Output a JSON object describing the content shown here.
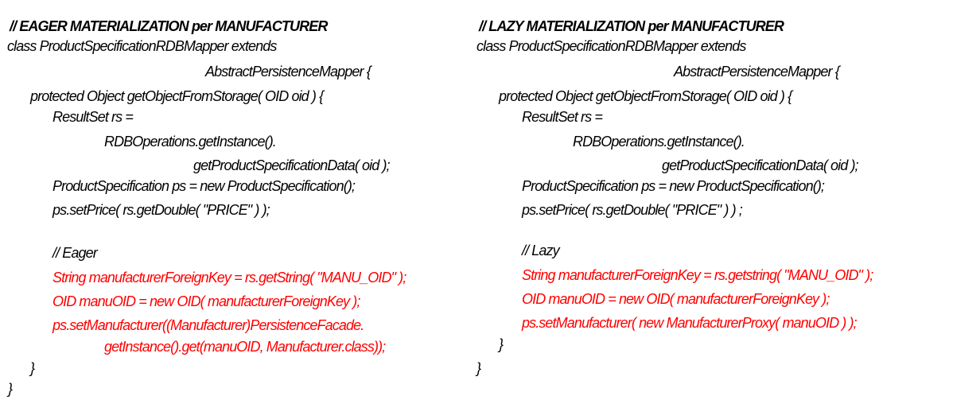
{
  "eager": {
    "heading": "// EAGER MATERIALIZATION per MANUFACTURER",
    "lines": [
      "class ProductSpecificationRDBMapper extends",
      "AbstractPersistenceMapper {",
      "protected Object getObjectFromStorage( OID oid ) {",
      "ResultSet rs =",
      "RDBOperations.getInstance().",
      "getProductSpecificationData( oid );",
      "ProductSpecification ps = new ProductSpecification();",
      "ps.setPrice( rs.getDouble( \"PRICE\" ) );",
      "// Eager",
      "String manufacturerForeignKey = rs.getString( \"MANU_OID\" );",
      "OID manuOID = new OID( manufacturerForeignKey );",
      "ps.setManufacturer((Manufacturer)PersistenceFacade.",
      "getInstance().get(manuOID, Manufacturer.class));",
      "}",
      "}"
    ]
  },
  "lazy": {
    "heading": "// LAZY MATERIALIZATION per MANUFACTURER",
    "lines": [
      "class ProductSpecificationRDBMapper extends",
      "AbstractPersistenceMapper {",
      "protected Object getObjectFromStorage( OID oid ) {",
      "ResultSet rs =",
      "RDBOperations.getInstance().",
      "getProductSpecificationData( oid );",
      "ProductSpecification ps = new ProductSpecification();",
      "ps.setPrice( rs.getDouble( \"PRICE\" ) ) ;",
      "// Lazy",
      "String manufacturerForeignKey = rs.getstring( \"MANU_OID\" );",
      "OID manuOID = new OID( manufacturerForeignKey );",
      "ps.setManufacturer( new ManufacturerProxy( manuOID ) );",
      "}",
      "}"
    ]
  },
  "colors": {
    "text": "#000000",
    "highlight": "#ff0000"
  }
}
